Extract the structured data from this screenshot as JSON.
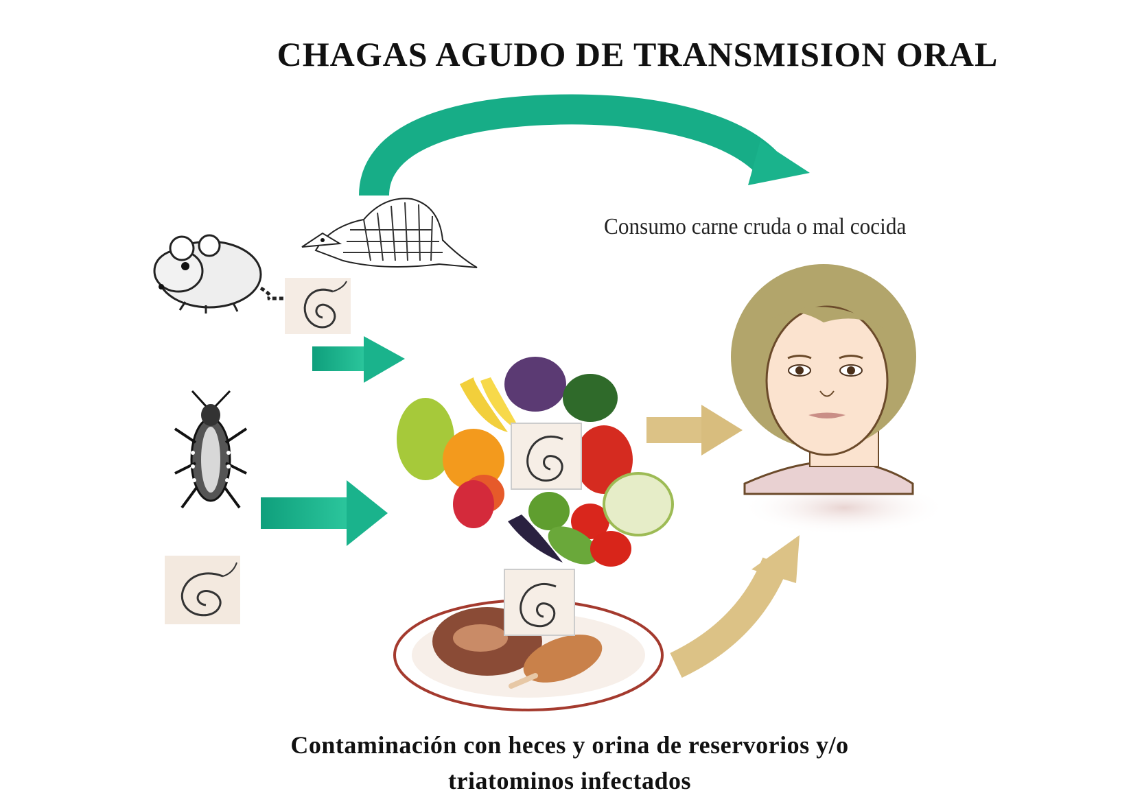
{
  "diagram": {
    "title": "CHAGAS AGUDO DE TRANSMISION ORAL",
    "top_label": "Consumo carne cruda o mal cocida",
    "caption_line1": "Contaminación con heces y orina de reservorios y/o",
    "caption_line2": "triatominos infectados"
  },
  "colors": {
    "teal_arrow": "#1ab38c",
    "tan_arrow": "#dcc286",
    "hair": "#b2a56b",
    "skin": "#fbe3cf",
    "parasite_bg": "#f4e8dc"
  },
  "icons": [
    "rat-icon",
    "armadillo-icon",
    "triatomine-bug-icon",
    "trypanosome-icon",
    "fruits-vegetables-icon",
    "meat-plate-icon",
    "person-face-icon"
  ]
}
